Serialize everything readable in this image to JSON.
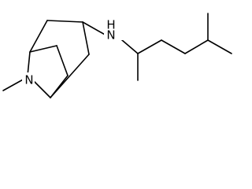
{
  "molecule": {
    "atom_labels": {
      "bridge_nitrogen": "N",
      "amine_nitrogen": "N",
      "amine_hydrogen": "H"
    }
  }
}
